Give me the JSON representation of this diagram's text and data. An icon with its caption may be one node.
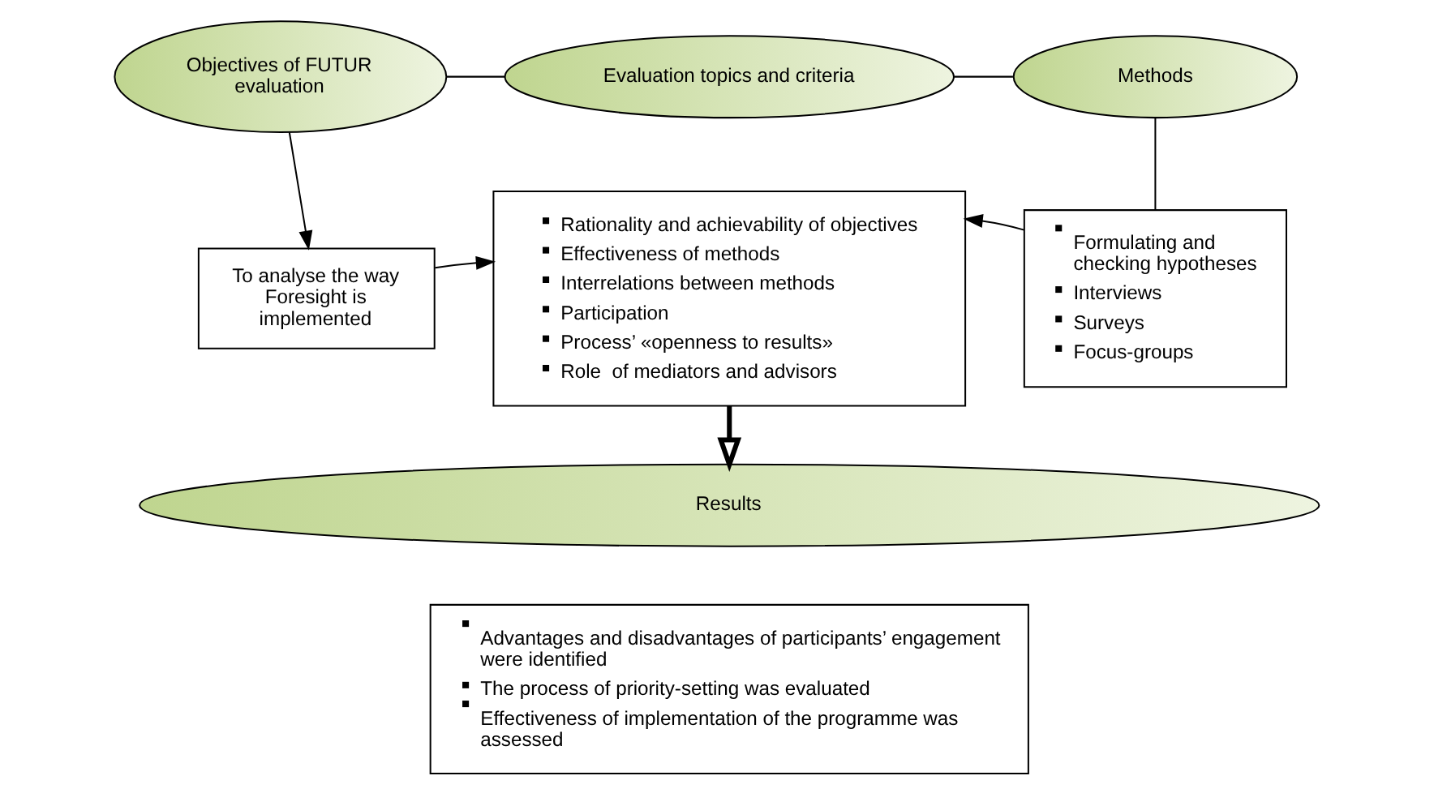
{
  "diagram": {
    "nodes": [
      {
        "text": [
          "Objectives of FUTUR evaluation"
        ]
      },
      {
        "text": [
          "Evaluation topics and criteria"
        ]
      },
      {
        "text": [
          "Methods"
        ]
      },
      {
        "text": [
          "To analyse the way Foresight is implemented"
        ]
      },
      {
        "text": [
          "Rationality and achievability of objectives",
          "Effectiveness of methods",
          "Interrelations between methods",
          "Participation",
          "Process’ «openness to results»",
          "Role  of mediators and advisors"
        ]
      },
      {
        "text": [
          "Formulating and checking hypotheses",
          "Interviews",
          "Surveys",
          "Focus-groups"
        ]
      },
      {
        "text": [
          "Results"
        ]
      },
      {
        "text": [
          "Advantages and disadvantages of participants’ engagement were identified",
          "The process of priority-setting was evaluated",
          "Effectiveness of implementation of the programme was assessed"
        ]
      }
    ],
    "edges": [
      {
        "from": 0,
        "to": 1,
        "arrow": "none"
      },
      {
        "from": 1,
        "to": 2,
        "arrow": "none"
      },
      {
        "from": 0,
        "to": 3,
        "arrow": "to"
      },
      {
        "from": 3,
        "to": 4,
        "arrow": "to"
      },
      {
        "from": 2,
        "to": 5,
        "arrow": "none"
      },
      {
        "from": 5,
        "to": 4,
        "arrow": "to"
      },
      {
        "from": 4,
        "to": 6,
        "arrow": "to",
        "style": "thick"
      }
    ]
  }
}
